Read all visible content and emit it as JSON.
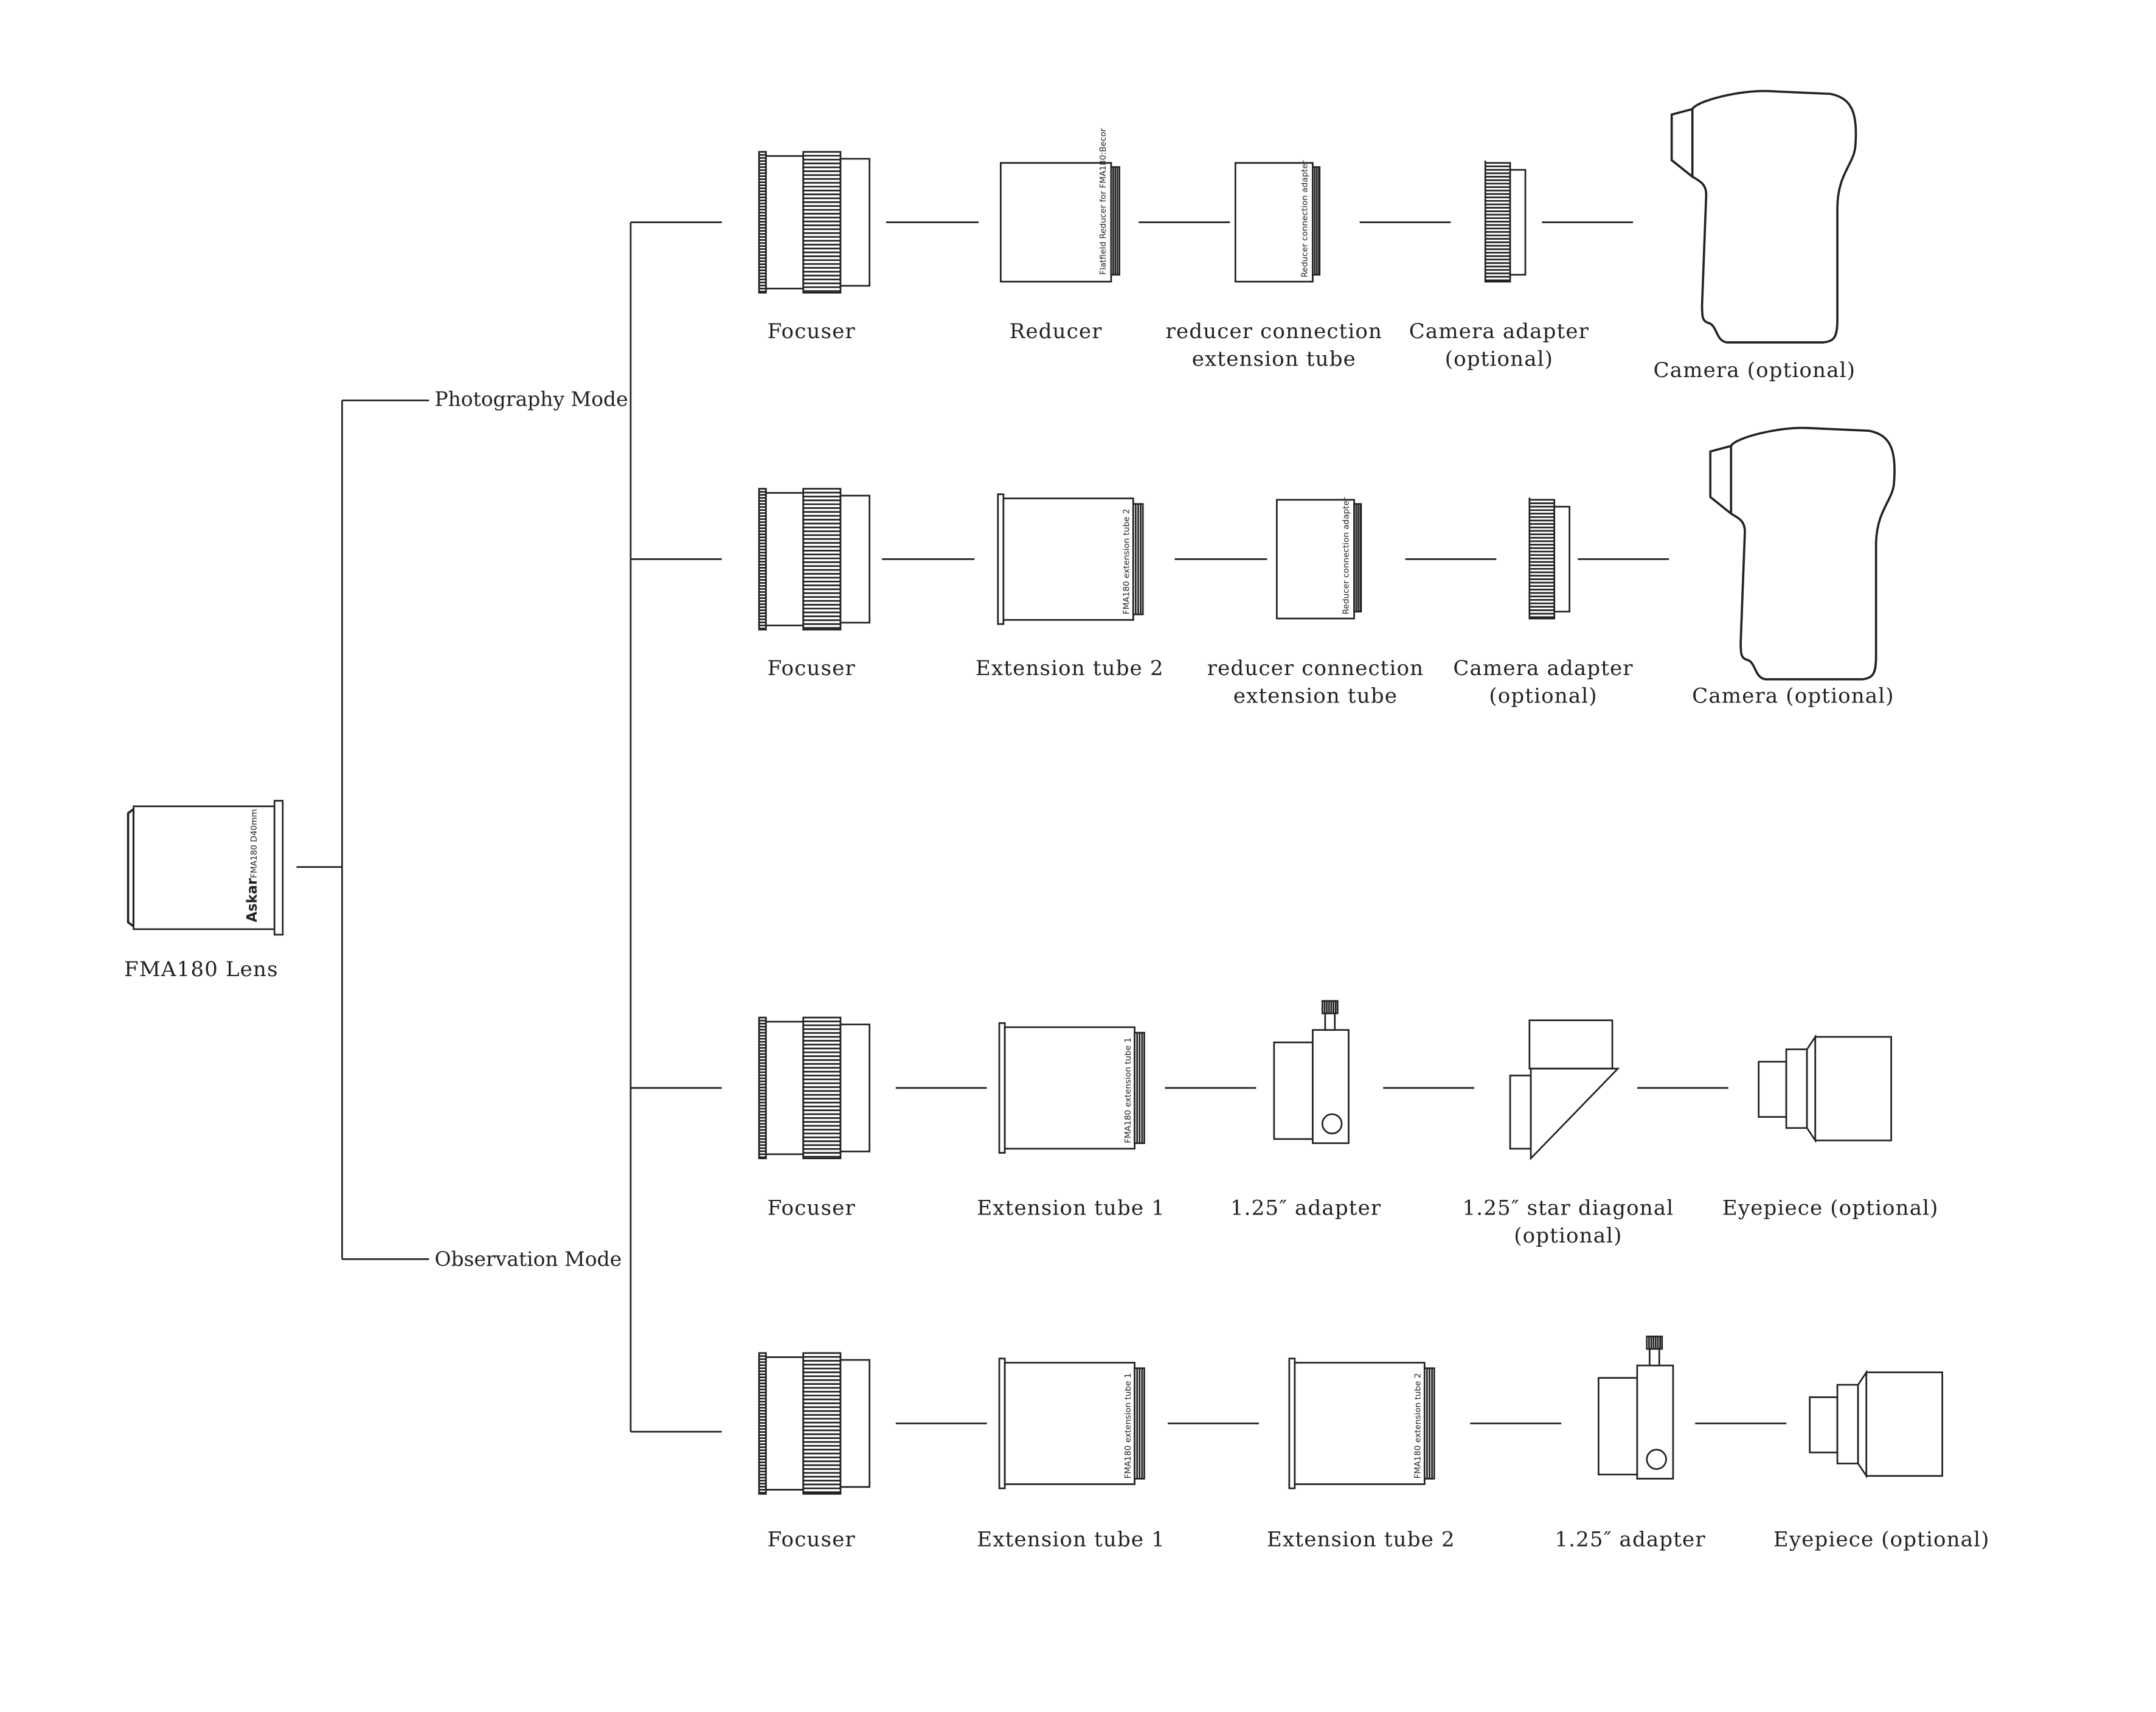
{
  "lens": {
    "label": "FMA180 Lens",
    "etch_brand": "Askar",
    "etch_model": "FMA180 D40mm"
  },
  "modes": {
    "photography": "Photography Mode",
    "observation": "Observation Mode"
  },
  "rows": [
    {
      "parts": [
        {
          "type": "focuser",
          "label": [
            "Focuser"
          ]
        },
        {
          "type": "reducer",
          "label": [
            "Reducer"
          ],
          "etch": "Flatfield Reducer for FMA180:Becor"
        },
        {
          "type": "rca",
          "label": [
            "reducer connection",
            "extension tube"
          ],
          "etch": "Reducer connection adapter"
        },
        {
          "type": "camadapter",
          "label": [
            "Camera adapter",
            "(optional)"
          ]
        },
        {
          "type": "camera",
          "label": [
            "Camera (optional)"
          ]
        }
      ]
    },
    {
      "parts": [
        {
          "type": "focuser",
          "label": [
            "Focuser"
          ]
        },
        {
          "type": "ext",
          "label": [
            "Extension tube 2"
          ],
          "etch": "FMA180 extension tube 2"
        },
        {
          "type": "rca",
          "label": [
            "reducer connection",
            "extension tube"
          ],
          "etch": "Reducer connection adapter"
        },
        {
          "type": "camadapter",
          "label": [
            "Camera adapter",
            "(optional)"
          ]
        },
        {
          "type": "camera",
          "label": [
            "Camera (optional)"
          ]
        }
      ]
    },
    {
      "parts": [
        {
          "type": "focuser",
          "label": [
            "Focuser"
          ]
        },
        {
          "type": "ext",
          "label": [
            "Extension tube 1"
          ],
          "etch": "FMA180 extension tube 1"
        },
        {
          "type": "adapter125",
          "label": [
            "1.25″ adapter"
          ]
        },
        {
          "type": "diagonal",
          "label": [
            "1.25″ star diagonal",
            "(optional)"
          ]
        },
        {
          "type": "eyepiece",
          "label": [
            "Eyepiece (optional)"
          ]
        }
      ]
    },
    {
      "parts": [
        {
          "type": "focuser",
          "label": [
            "Focuser"
          ]
        },
        {
          "type": "ext",
          "label": [
            "Extension tube 1"
          ],
          "etch": "FMA180 extension tube 1"
        },
        {
          "type": "ext",
          "label": [
            "Extension tube 2"
          ],
          "etch": "FMA180 extension tube 2"
        },
        {
          "type": "adapter125",
          "label": [
            "1.25″ adapter"
          ]
        },
        {
          "type": "eyepiece",
          "label": [
            "Eyepiece (optional)"
          ]
        }
      ]
    }
  ]
}
